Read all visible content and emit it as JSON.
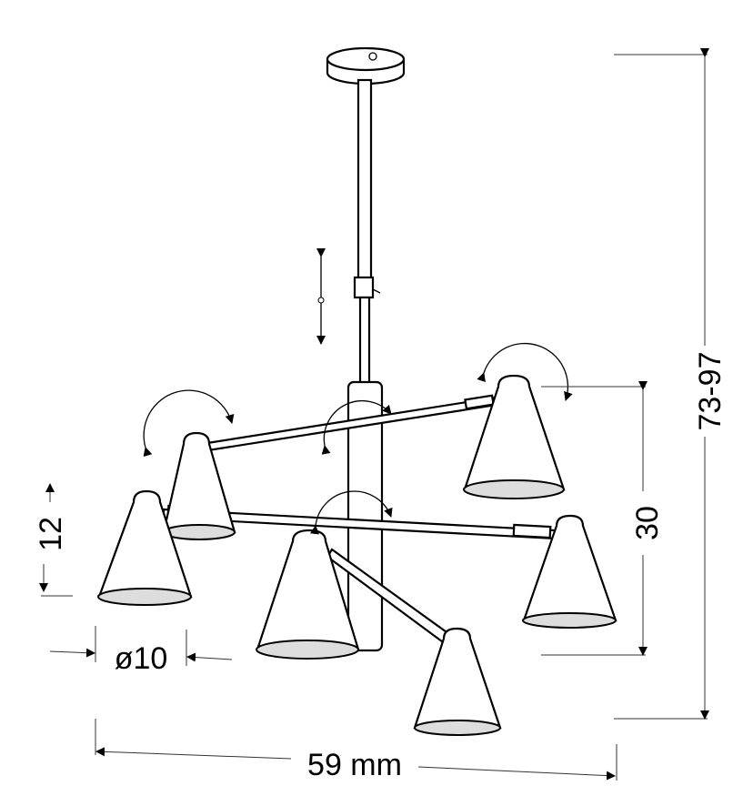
{
  "dimensions": {
    "total_height": "73-97",
    "shade_spread_height": "30",
    "shade_height": "12",
    "shade_diameter": "ø10",
    "total_width": "59 mm"
  },
  "colors": {
    "line": "#000000",
    "background": "#ffffff"
  }
}
